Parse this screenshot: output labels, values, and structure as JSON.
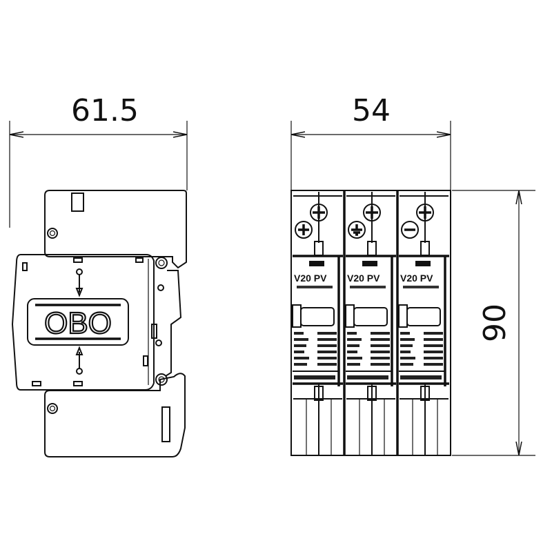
{
  "dimensions": {
    "side_width": "61.5",
    "front_width": "54",
    "height": "90"
  },
  "side_view": {
    "logo_text": "OBO"
  },
  "front_view": {
    "modules": [
      {
        "label": "V20 PV",
        "terminal_symbol": "plus"
      },
      {
        "label": "V20 PV",
        "terminal_symbol": "ground"
      },
      {
        "label": "V20 PV",
        "terminal_symbol": "minus"
      }
    ]
  }
}
